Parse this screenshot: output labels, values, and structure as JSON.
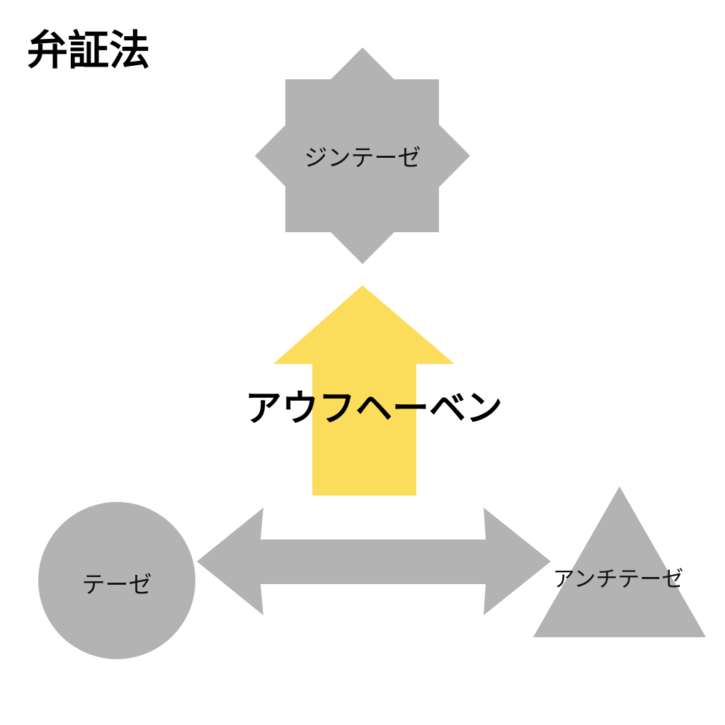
{
  "title": "弁証法",
  "nodes": {
    "synthesis": "ジンテーゼ",
    "aufheben": "アウフヘーベン",
    "thesis": "テーゼ",
    "antithesis": "アンチテーゼ"
  },
  "colors": {
    "shape_gray": "#b3b3b3",
    "arrow_yellow": "#fcdd5b",
    "text": "#111111"
  }
}
